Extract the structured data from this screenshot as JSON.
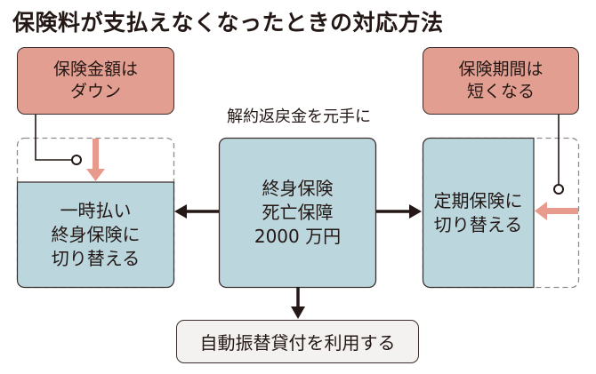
{
  "title": "保険料が支払えなくなったときの対応方法",
  "colors": {
    "pink": "#e29e90",
    "pink_arrow": "#e89a8c",
    "blue": "#bcd6dd",
    "line": "#231815",
    "bottom_box": "#f4f2f0"
  },
  "left_note": {
    "line1": "保険金額は",
    "line2": "ダウン"
  },
  "right_note": {
    "line1": "保険期間は",
    "line2": "短くなる"
  },
  "center_caption": "解約返戻金を元手に",
  "center_box": {
    "line1": "終身保険",
    "line2": "死亡保障",
    "line3": "2000 万円"
  },
  "left_box": {
    "line1": "一時払い",
    "line2": "終身保険に",
    "line3": "切り替える"
  },
  "right_box": {
    "line1": "定期保険に",
    "line2": "切り替える"
  },
  "bottom_box": "自動振替貸付を利用する"
}
